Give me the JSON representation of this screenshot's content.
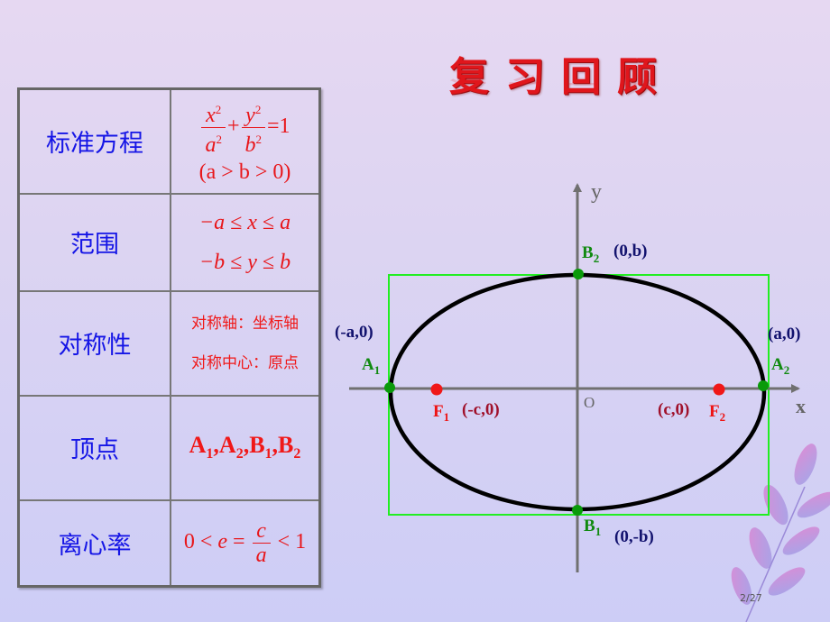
{
  "title": "复习回顾",
  "table": {
    "rows": [
      {
        "label": "标准方程",
        "value_type": "equation",
        "equation": {
          "x_num": "x",
          "a_den": "a",
          "plus": "+",
          "y_num": "y",
          "b_den": "b",
          "equals": "=1",
          "exp": "2",
          "condition": "(a > b > 0)"
        }
      },
      {
        "label": "范围",
        "value_type": "range",
        "lines": [
          "−a ≤ x ≤ a",
          "−b ≤ y ≤ b"
        ]
      },
      {
        "label": "对称性",
        "value_type": "text",
        "lines": [
          "对称轴：坐标轴",
          "对称中心：原点"
        ]
      },
      {
        "label": "顶点",
        "value_type": "vertices",
        "text": {
          "A": "A",
          "B": "B",
          "s1": "1",
          "s2": "2",
          "sep": ","
        }
      },
      {
        "label": "离心率",
        "value_type": "eccentricity",
        "ecc": {
          "left": "0 < ",
          "e": "e",
          "eq": " = ",
          "num": "c",
          "den": "a",
          "right": " < 1"
        }
      }
    ]
  },
  "diagram": {
    "axis_x_label": "x",
    "axis_y_label": "y",
    "origin_label": "O",
    "points": {
      "B2": {
        "name": "B",
        "sub": "2",
        "coord": "(0,b)"
      },
      "B1": {
        "name": "B",
        "sub": "1",
        "coord": "(0,-b)"
      },
      "A1": {
        "name": "A",
        "sub": "1",
        "coord": "(-a,0)"
      },
      "A2": {
        "name": "A",
        "sub": "2",
        "coord": "(a,0)"
      },
      "F1": {
        "name": "F",
        "sub": "1",
        "coord": "(-c,0)"
      },
      "F2": {
        "name": "F",
        "sub": "2",
        "coord": "(c,0)"
      }
    },
    "colors": {
      "ellipse": "#000000",
      "axes": "#707070",
      "rectangle": "#22ee22",
      "vertex": "#0a9a0a",
      "focus": "#f01818"
    }
  },
  "footer": {
    "page": "2/27"
  }
}
